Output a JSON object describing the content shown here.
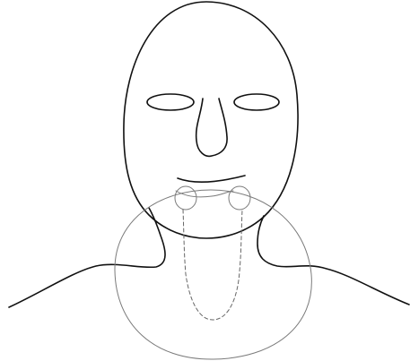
{
  "diagram": {
    "colors": {
      "outline": "#111111",
      "field": "#7a7a7a",
      "dashed": "#666666",
      "background": "#ffffff"
    },
    "elements": [
      {
        "name": "face-outline",
        "style": "solid"
      },
      {
        "name": "left-eye",
        "style": "solid"
      },
      {
        "name": "right-eye",
        "style": "solid"
      },
      {
        "name": "nose",
        "style": "solid"
      },
      {
        "name": "mouth",
        "style": "solid"
      },
      {
        "name": "neck-and-shoulders",
        "style": "solid"
      },
      {
        "name": "submandibular-region",
        "style": "thin"
      },
      {
        "name": "left-gland",
        "style": "thin"
      },
      {
        "name": "right-gland",
        "style": "thin"
      },
      {
        "name": "neck-field-circle",
        "style": "thin"
      },
      {
        "name": "dashed-neck-region",
        "style": "dashed"
      }
    ]
  }
}
